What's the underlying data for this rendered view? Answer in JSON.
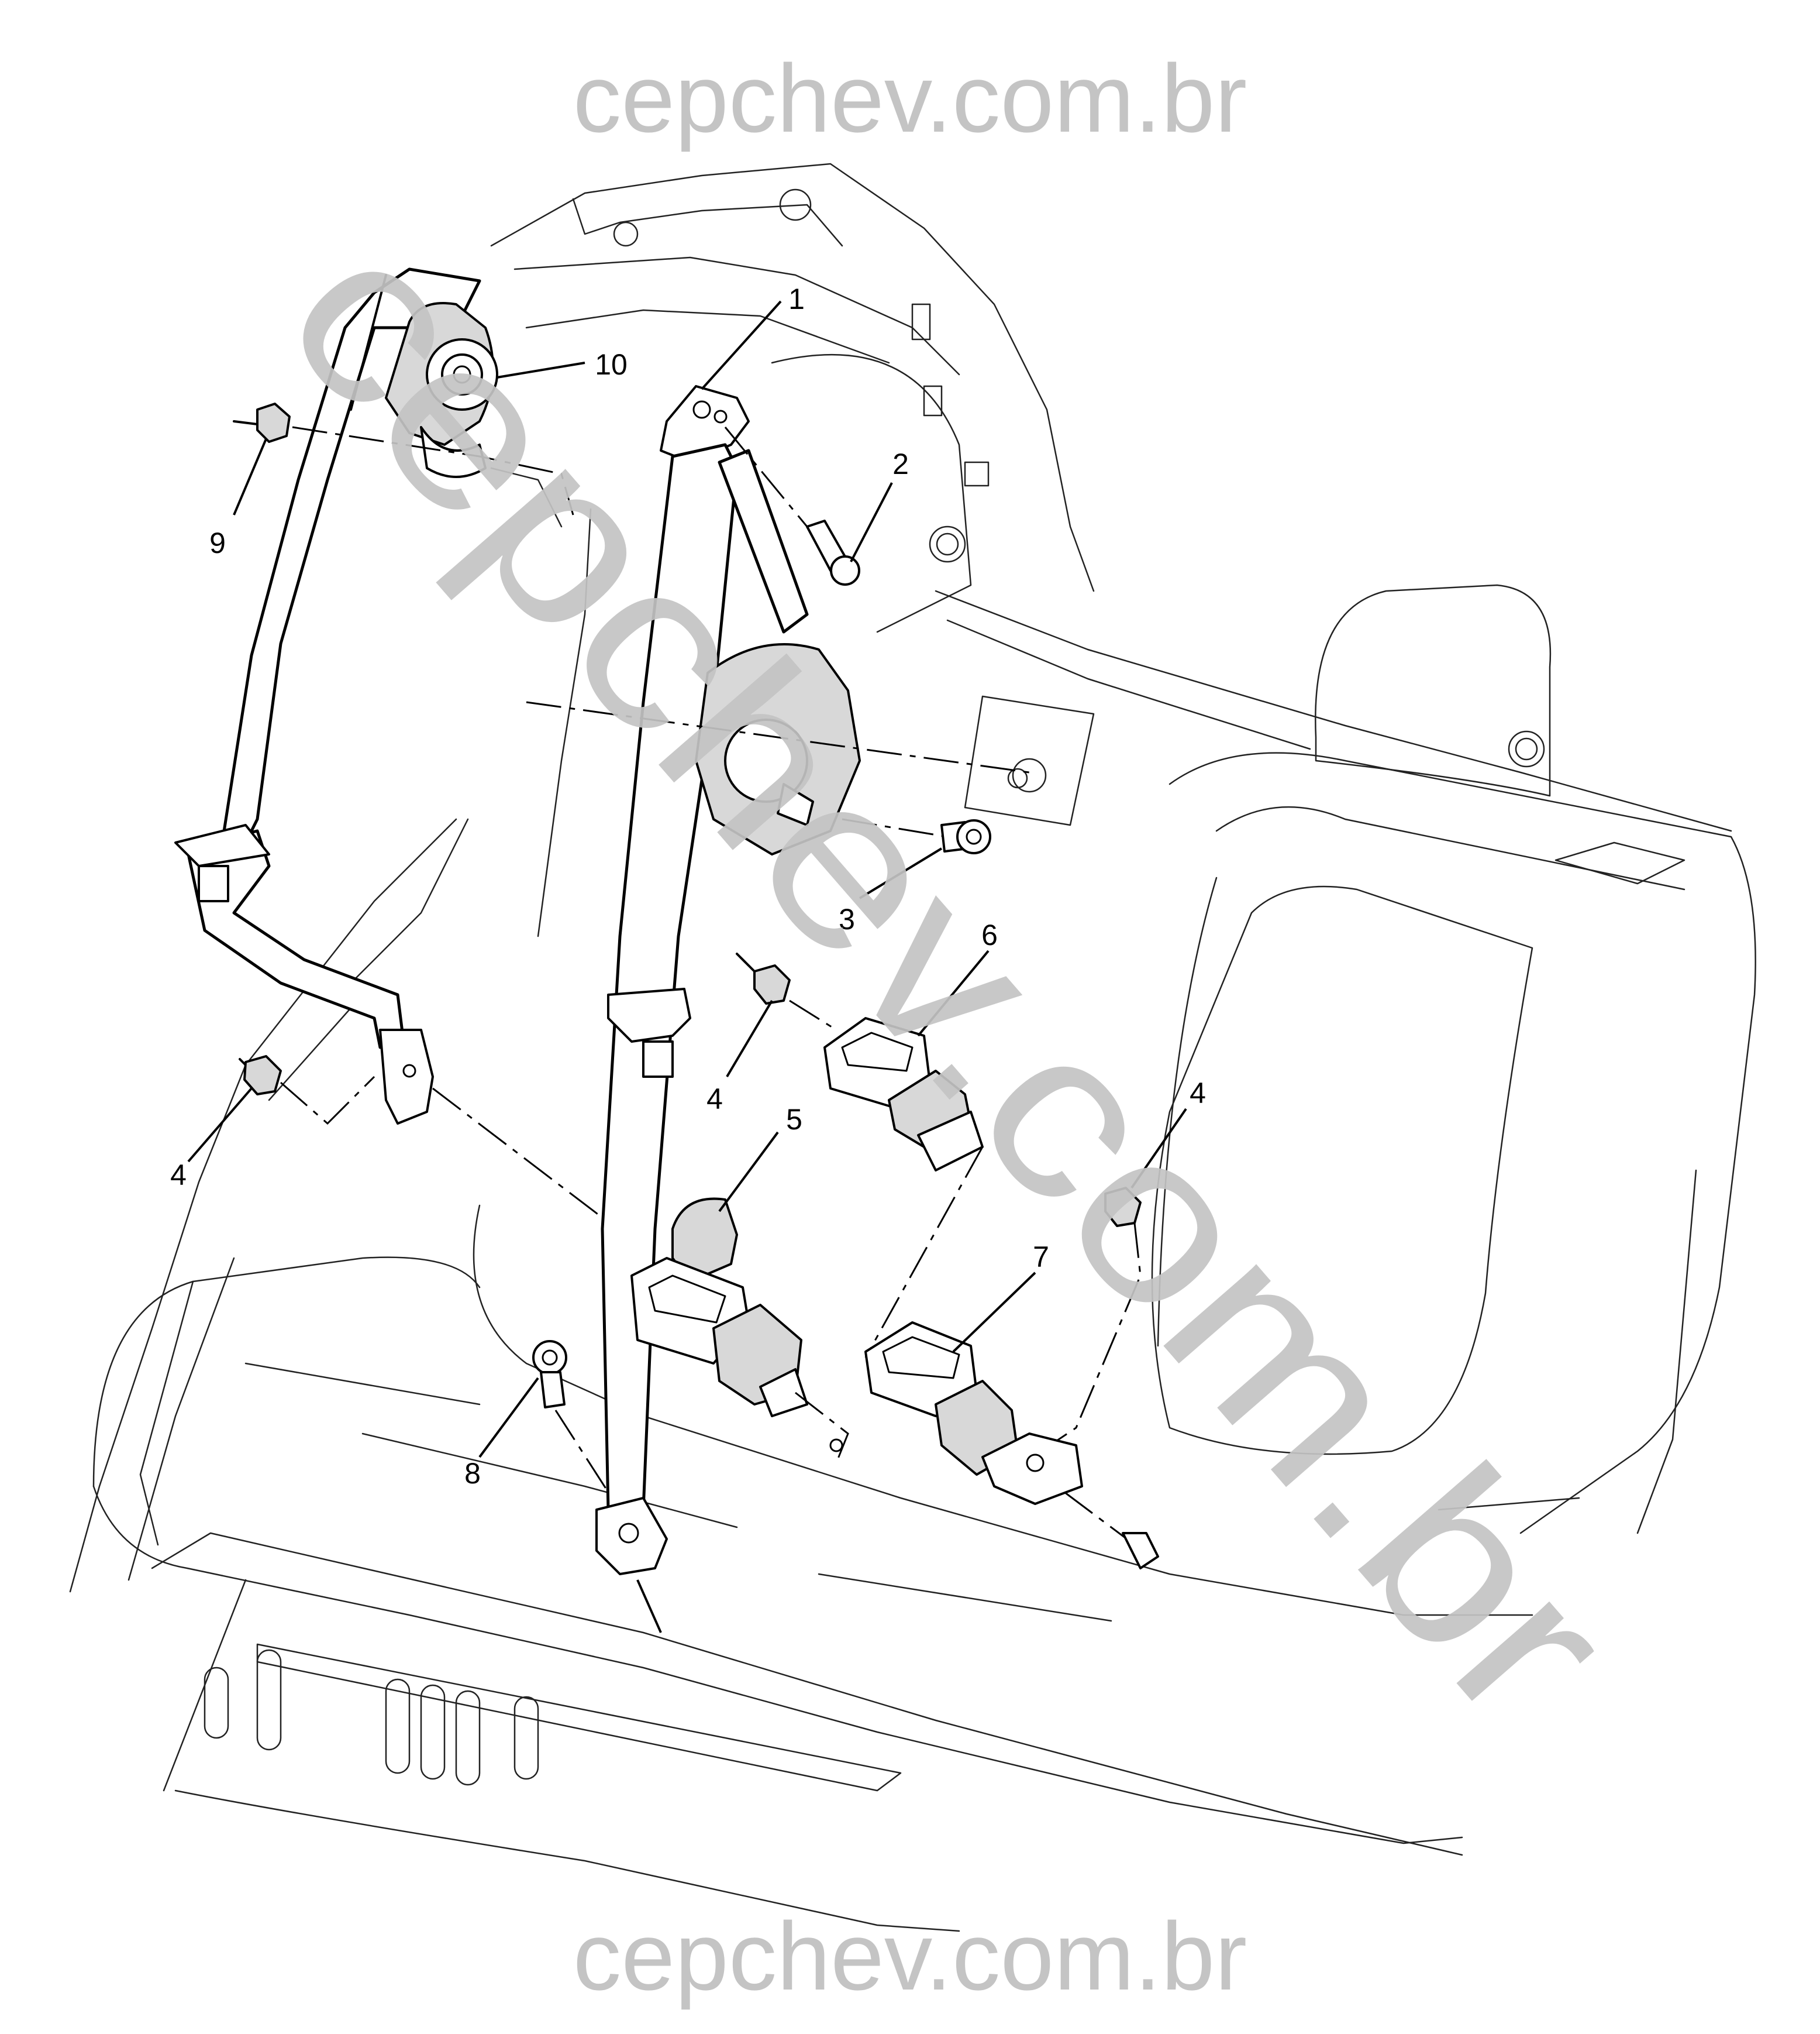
{
  "watermark": {
    "top": "cepchev.com.br",
    "bottom": "cepchev.com.br",
    "diagonal": "cepchev.com.br",
    "color": "#c4c4c4"
  },
  "callouts": [
    {
      "id": "1",
      "label": "1"
    },
    {
      "id": "2",
      "label": "2"
    },
    {
      "id": "3",
      "label": "3"
    },
    {
      "id": "4a",
      "label": "4"
    },
    {
      "id": "4b",
      "label": "4"
    },
    {
      "id": "4c",
      "label": "4"
    },
    {
      "id": "5",
      "label": "5"
    },
    {
      "id": "6",
      "label": "6"
    },
    {
      "id": "7",
      "label": "7"
    },
    {
      "id": "8",
      "label": "8"
    },
    {
      "id": "9",
      "label": "9"
    },
    {
      "id": "10",
      "label": "10"
    }
  ]
}
